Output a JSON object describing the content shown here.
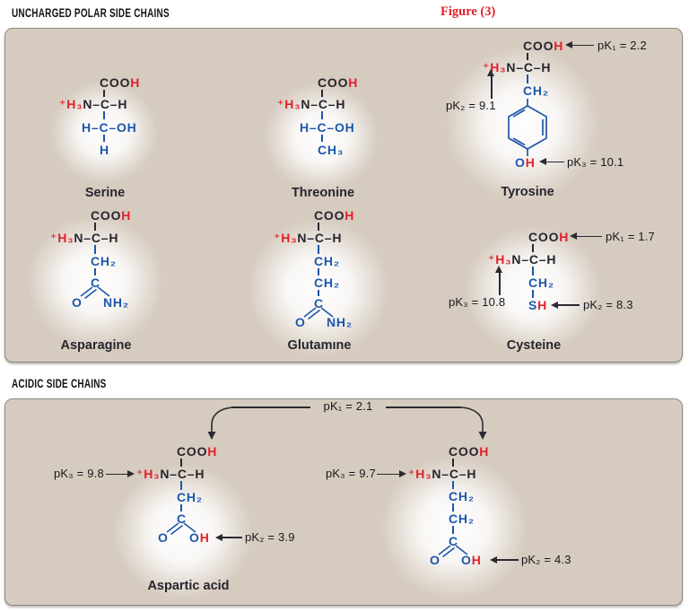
{
  "page": {
    "title": "UNCHARGED POLAR SIDE CHAINS",
    "figure_label": "Figure (3)",
    "acidic_title": "ACIDIC SIDE CHAINS"
  },
  "colors": {
    "panel_bg": "#d6cbbf",
    "side_chain_blue": "#1d57ac",
    "ionizable_red": "#e3202b",
    "text_dark": "#26262e"
  },
  "backbone": {
    "cooh": "COO",
    "cooh_h": "H",
    "amino_red": "⁺H₃",
    "amino_rest": "N–C–H"
  },
  "molecules": {
    "serine": {
      "label": "Serine",
      "side_a": "H–C–OH",
      "side_b": "H"
    },
    "threonine": {
      "label": "Threonine",
      "side_a": "H–C–OH",
      "side_b": "CH₃"
    },
    "tyrosine": {
      "label": "Tyrosine",
      "side_a": "CH₂",
      "hydroxyl_o": "O",
      "hydroxyl_h": "H",
      "pk1": "pK₁ = 2.2",
      "pk2": "pK₂ = 9.1",
      "pk3": "pK₃ = 10.1"
    },
    "asparagine": {
      "label": "Asparagine",
      "side_a": "CH₂",
      "carbonyl_c": "C",
      "carbonyl_o": "O",
      "amide": "NH₂"
    },
    "glutamine": {
      "label": "Glutamıne",
      "side_a": "CH₂",
      "side_b": "CH₂",
      "carbonyl_c": "C",
      "carbonyl_o": "O",
      "amide": "NH₂"
    },
    "cysteine": {
      "label": "Cysteine",
      "side_a": "CH₂",
      "thiol_s": "S",
      "thiol_h": "H",
      "pk1": "pK₁ = 1.7",
      "pk2": "pK₂ = 8.3",
      "pk3": "pK₃ = 10.8"
    },
    "aspartic_acid": {
      "label": "Aspartic acid",
      "side_a": "CH₂",
      "carbonyl_c": "C",
      "carbonyl_o": "O",
      "hydroxyl_o": "O",
      "hydroxyl_h": "H",
      "pk2": "pK₂ = 3.9",
      "pk3": "pK₃ = 9.8"
    },
    "glutamic_acid": {
      "side_a": "CH₂",
      "side_b": "CH₂",
      "carbonyl_c": "C",
      "carbonyl_o": "O",
      "hydroxyl_o": "O",
      "hydroxyl_h": "H",
      "pk2": "pK₂ = 4.3",
      "pk3": "pK₃ = 9.7"
    }
  },
  "acidic_panel": {
    "pk1_shared": "pK₁ = 2.1"
  }
}
